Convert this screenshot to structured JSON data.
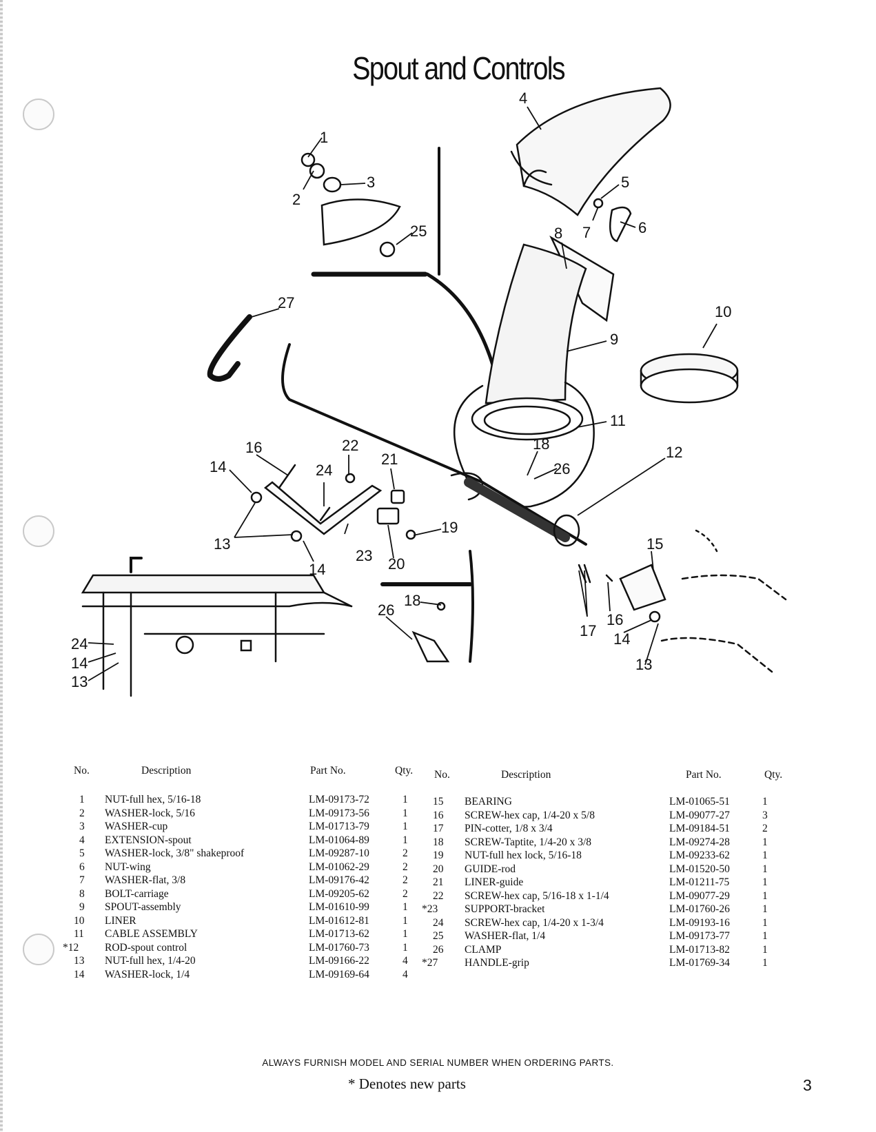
{
  "title": "Spout and Controls",
  "diagram": {
    "callouts": [
      "1",
      "2",
      "3",
      "4",
      "5",
      "6",
      "7",
      "8",
      "9",
      "10",
      "11",
      "12",
      "13",
      "14",
      "15",
      "16",
      "17",
      "18",
      "19",
      "20",
      "21",
      "22",
      "23",
      "24",
      "25",
      "26",
      "27"
    ],
    "frame_callouts": [
      "24",
      "14",
      "13"
    ]
  },
  "table_headers": {
    "no": "No.",
    "description": "Description",
    "part_no": "Part No.",
    "qty": "Qty."
  },
  "parts_left": [
    {
      "no": "1",
      "desc": "NUT-full hex, 5/16-18",
      "part": "LM-09173-72",
      "qty": "1"
    },
    {
      "no": "2",
      "desc": "WASHER-lock, 5/16",
      "part": "LM-09173-56",
      "qty": "1"
    },
    {
      "no": "3",
      "desc": "WASHER-cup",
      "part": "LM-01713-79",
      "qty": "1"
    },
    {
      "no": "4",
      "desc": "EXTENSION-spout",
      "part": "LM-01064-89",
      "qty": "1"
    },
    {
      "no": "5",
      "desc": "WASHER-lock, 3/8\" shakeproof",
      "part": "LM-09287-10",
      "qty": "2"
    },
    {
      "no": "6",
      "desc": "NUT-wing",
      "part": "LM-01062-29",
      "qty": "2"
    },
    {
      "no": "7",
      "desc": "WASHER-flat, 3/8",
      "part": "LM-09176-42",
      "qty": "2"
    },
    {
      "no": "8",
      "desc": "BOLT-carriage",
      "part": "LM-09205-62",
      "qty": "2"
    },
    {
      "no": "9",
      "desc": "SPOUT-assembly",
      "part": "LM-01610-99",
      "qty": "1"
    },
    {
      "no": "10",
      "desc": "LINER",
      "part": "LM-01612-81",
      "qty": "1"
    },
    {
      "no": "11",
      "desc": "CABLE ASSEMBLY",
      "part": "LM-01713-62",
      "qty": "1"
    },
    {
      "no": "*12",
      "desc": "ROD-spout control",
      "part": "LM-01760-73",
      "qty": "1"
    },
    {
      "no": "13",
      "desc": "NUT-full hex, 1/4-20",
      "part": "LM-09166-22",
      "qty": "4"
    },
    {
      "no": "14",
      "desc": "WASHER-lock, 1/4",
      "part": "LM-09169-64",
      "qty": "4"
    }
  ],
  "parts_right": [
    {
      "no": "15",
      "desc": "BEARING",
      "part": "LM-01065-51",
      "qty": "1"
    },
    {
      "no": "16",
      "desc": "SCREW-hex cap, 1/4-20 x 5/8",
      "part": "LM-09077-27",
      "qty": "3"
    },
    {
      "no": "17",
      "desc": "PIN-cotter, 1/8 x 3/4",
      "part": "LM-09184-51",
      "qty": "2"
    },
    {
      "no": "18",
      "desc": "SCREW-Taptite, 1/4-20 x 3/8",
      "part": "LM-09274-28",
      "qty": "1"
    },
    {
      "no": "19",
      "desc": "NUT-full hex lock, 5/16-18",
      "part": "LM-09233-62",
      "qty": "1"
    },
    {
      "no": "20",
      "desc": "GUIDE-rod",
      "part": "LM-01520-50",
      "qty": "1"
    },
    {
      "no": "21",
      "desc": "LINER-guide",
      "part": "LM-01211-75",
      "qty": "1"
    },
    {
      "no": "22",
      "desc": "SCREW-hex cap, 5/16-18 x 1-1/4",
      "part": "LM-09077-29",
      "qty": "1"
    },
    {
      "no": "*23",
      "desc": "SUPPORT-bracket",
      "part": "LM-01760-26",
      "qty": "1"
    },
    {
      "no": "24",
      "desc": "SCREW-hex cap, 1/4-20 x 1-3/4",
      "part": "LM-09193-16",
      "qty": "1"
    },
    {
      "no": "25",
      "desc": "WASHER-flat, 1/4",
      "part": "LM-09173-77",
      "qty": "1"
    },
    {
      "no": "26",
      "desc": "CLAMP",
      "part": "LM-01713-82",
      "qty": "1"
    },
    {
      "no": "*27",
      "desc": "HANDLE-grip",
      "part": "LM-01769-34",
      "qty": "1"
    }
  ],
  "footer_note": "ALWAYS FURNISH MODEL AND SERIAL NUMBER WHEN ORDERING PARTS.",
  "new_parts_note": "* Denotes new parts",
  "page_number": "3"
}
